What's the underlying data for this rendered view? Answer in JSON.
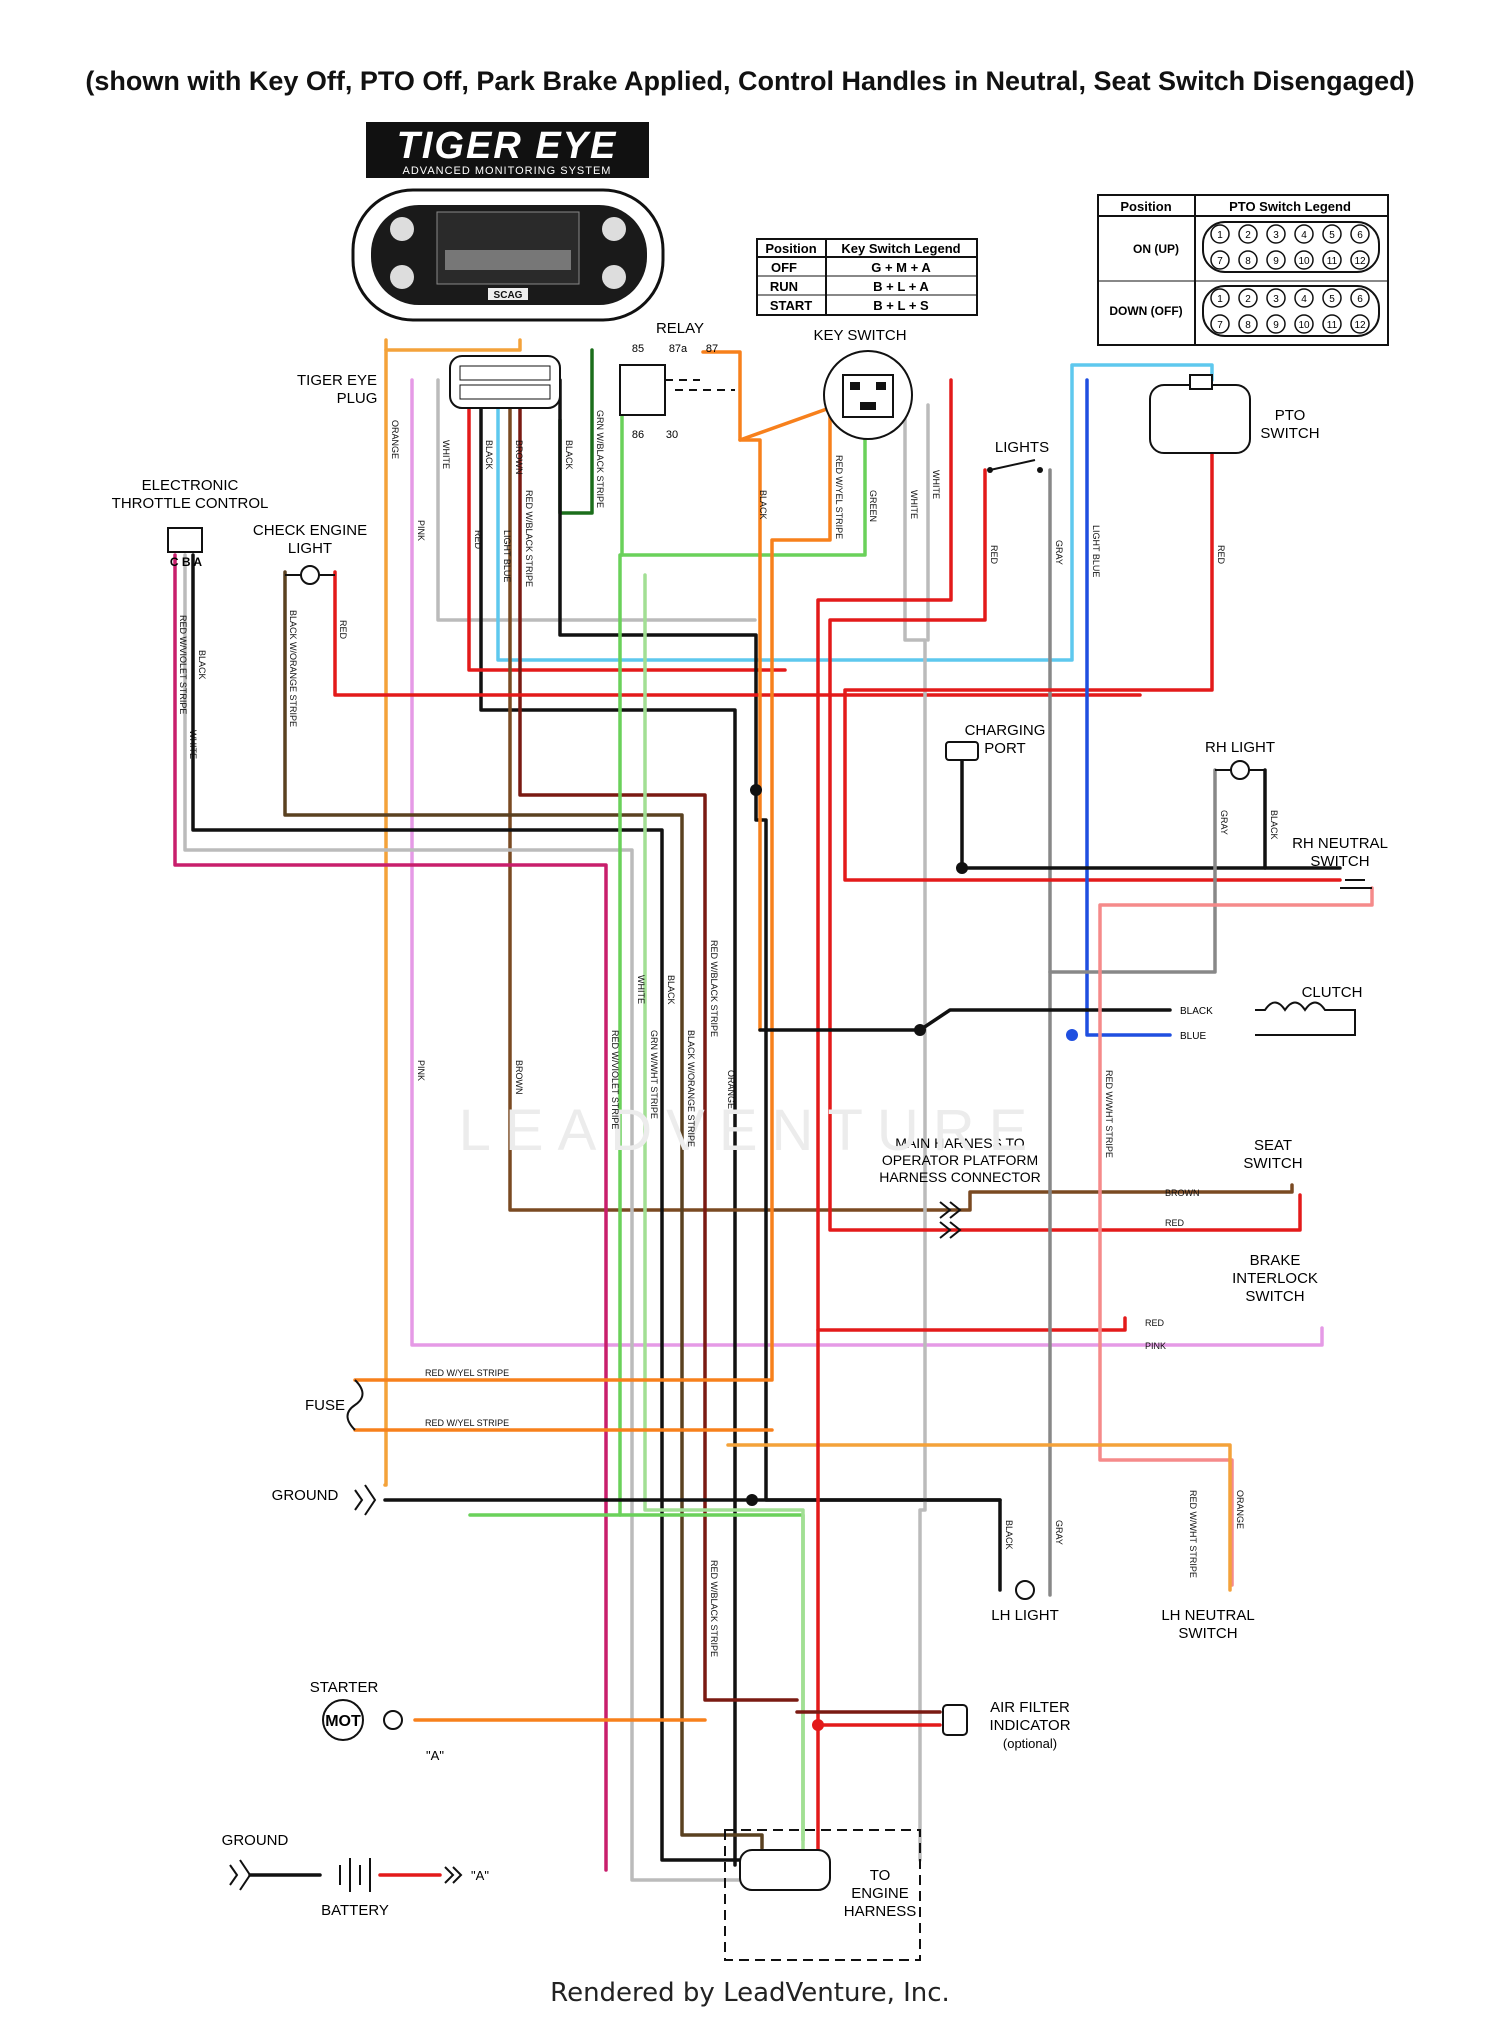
{
  "header": "(shown with Key Off, PTO Off, Park Brake Applied, Control Handles in Neutral, Seat Switch Disengaged)",
  "logo": {
    "title": "TIGER EYE",
    "subtitle": "ADVANCED MONITORING SYSTEM",
    "display_brand": "SCAG"
  },
  "key_legend": {
    "headers": [
      "Position",
      "Key Switch Legend"
    ],
    "rows": [
      [
        "OFF",
        "G + M + A"
      ],
      [
        "RUN",
        "B + L + A"
      ],
      [
        "START",
        "B + L + S"
      ]
    ]
  },
  "pto_legend": {
    "headers": [
      "Position",
      "PTO Switch Legend"
    ],
    "rows": [
      [
        "ON (UP)"
      ],
      [
        "DOWN (OFF)"
      ]
    ],
    "pins_top": [
      "1",
      "2",
      "3",
      "4",
      "5",
      "6"
    ],
    "pins_bottom": [
      "7",
      "8",
      "9",
      "10",
      "11",
      "12"
    ]
  },
  "labels": {
    "tiger_eye_plug": [
      "TIGER EYE",
      "PLUG"
    ],
    "throttle": [
      "ELECTRONIC",
      "THROTTLE CONTROL"
    ],
    "throttle_pins": "C B A",
    "check_engine": [
      "CHECK ENGINE",
      "LIGHT"
    ],
    "relay": "RELAY",
    "relay_pins": [
      "85",
      "87a",
      "87",
      "86",
      "30"
    ],
    "key_switch": "KEY SWITCH",
    "lights": "LIGHTS",
    "pto_switch": [
      "PTO",
      "SWITCH"
    ],
    "charging_port": [
      "CHARGING",
      "PORT"
    ],
    "rh_light": "RH LIGHT",
    "rh_neutral": [
      "RH NEUTRAL",
      "SWITCH"
    ],
    "clutch": "CLUTCH",
    "main_harness": [
      "MAIN HARNESS TO",
      "OPERATOR PLATFORM",
      "HARNESS CONNECTOR"
    ],
    "seat_switch": [
      "SEAT",
      "SWITCH"
    ],
    "brake_interlock": [
      "BRAKE",
      "INTERLOCK",
      "SWITCH"
    ],
    "fuse": "FUSE",
    "ground": "GROUND",
    "lh_light": "LH LIGHT",
    "lh_neutral": [
      "LH NEUTRAL",
      "SWITCH"
    ],
    "starter": "STARTER",
    "motor": "MOT",
    "a_mark": "\"A\"",
    "air_filter": [
      "AIR FILTER",
      "INDICATOR",
      "(optional)"
    ],
    "ground2": "GROUND",
    "battery": "BATTERY",
    "to_engine": [
      "TO",
      "ENGINE",
      "HARNESS"
    ],
    "watermark": "LEADVENTURE"
  },
  "wire_labels": {
    "orange": "ORANGE",
    "white": "WHITE",
    "black": "BLACK",
    "brown": "BROWN",
    "red_black": "RED W/BLACK STRIPE",
    "grn_black": "GRN W/BLACK STRIPE",
    "pink": "PINK",
    "red": "RED",
    "light_blue": "LIGHT BLUE",
    "red_violet": "RED W/VIOLET STRIPE",
    "black_orange": "BLACK W/ORANGE STRIPE",
    "red_yel": "RED W/YEL STRIPE",
    "green": "GREEN",
    "gray": "GRAY",
    "grn_wht": "GRN W/WHT STRIPE",
    "red_wht": "RED W/WHT STRIPE",
    "blue": "BLUE"
  },
  "footer": "Rendered by LeadVenture, Inc."
}
